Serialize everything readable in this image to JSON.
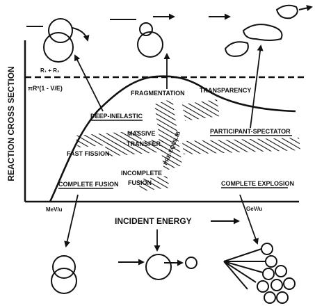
{
  "axes": {
    "y_label": "REACTION CROSS SECTION",
    "x_label": "INCIDENT ENERGY",
    "x_tick_low": "MeV/u",
    "x_tick_high": "GeV/u"
  },
  "formulas": {
    "radius_sum": "R₁ + R₂",
    "geometric": "πR²(1 - V/E)"
  },
  "regions": {
    "deep_inelastic": "DEEP-INELASTIC",
    "fragmentation": "FRAGMENTATION",
    "transparency": "TRANSPARENCY",
    "massive": "MASSIVE",
    "transfer": "TRANSFER",
    "pre_equilib": "PRE-EQUILIB",
    "participant_spectator": "PARTICIPANT-SPECTATOR",
    "fast_fission": "FAST FISSION",
    "incomplete": "INCOMPLETE",
    "fusion": "FUSION",
    "complete_fusion": "COMPLETE FUSION",
    "complete_explosion": "COMPLETE EXPLOSION"
  },
  "colors": {
    "ink": "#111111",
    "paper": "#ffffff"
  }
}
